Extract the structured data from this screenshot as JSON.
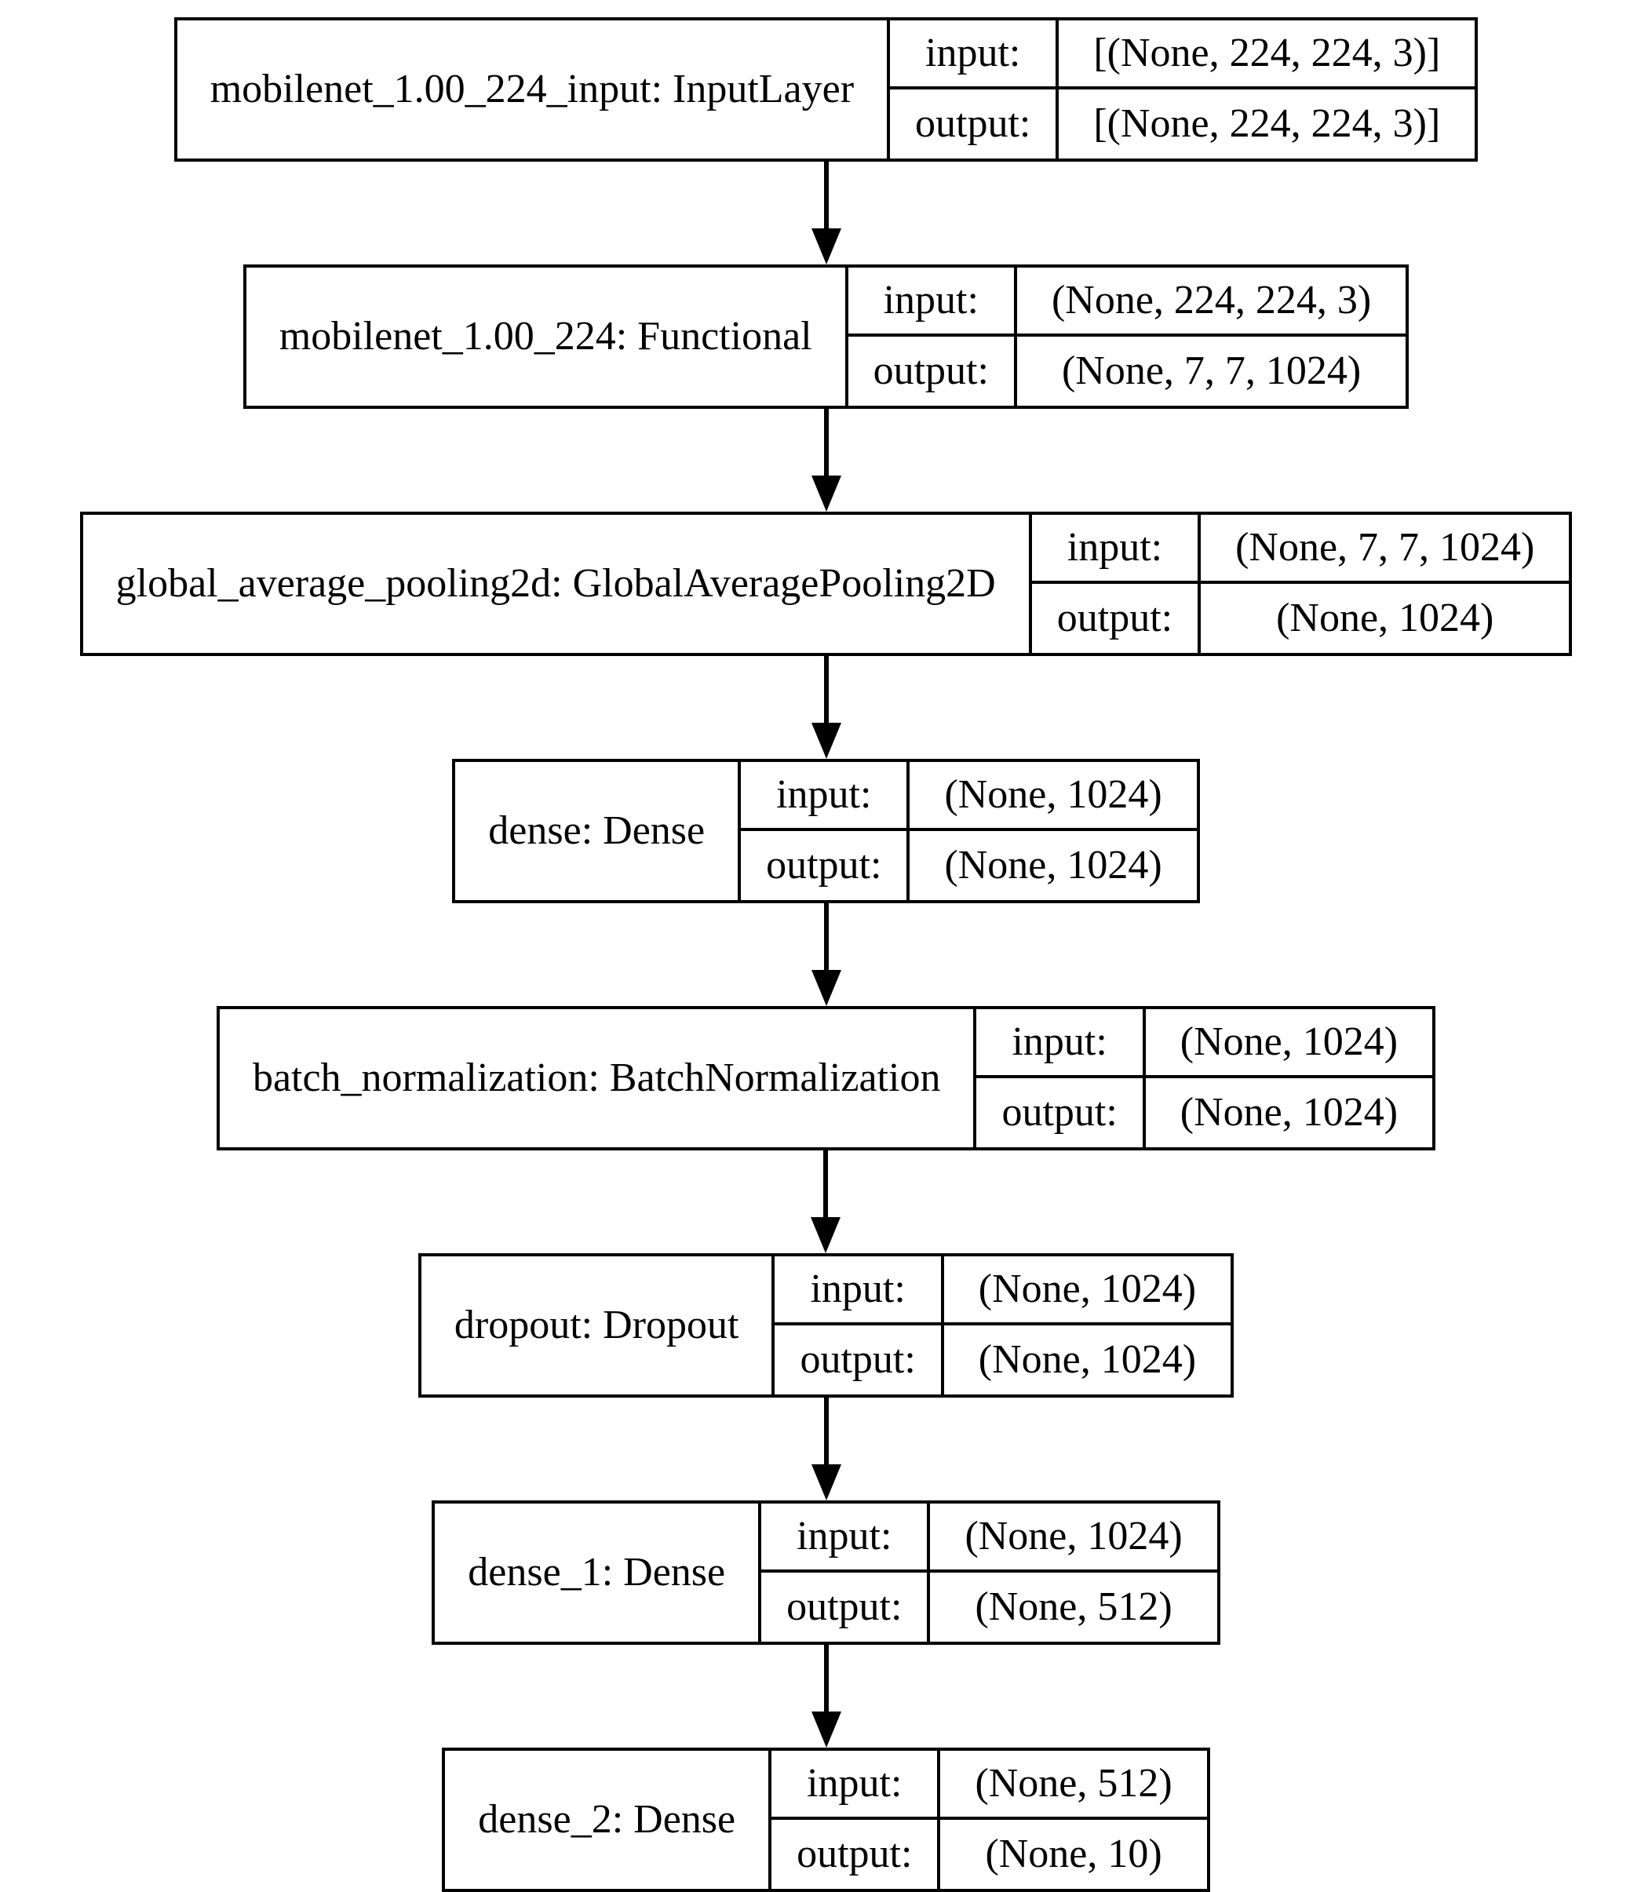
{
  "diagram": {
    "type": "keras-model-plot",
    "io_labels": {
      "input": "input:",
      "output": "output:"
    },
    "colors": {
      "border": "#000000",
      "background": "#ffffff",
      "text": "#000000"
    },
    "layers": [
      {
        "name": "mobilenet_1.00_224_input: InputLayer",
        "input": "[(None, 224, 224, 3)]",
        "output": "[(None, 224, 224, 3)]"
      },
      {
        "name": "mobilenet_1.00_224: Functional",
        "input": "(None, 224, 224, 3)",
        "output": "(None, 7, 7, 1024)"
      },
      {
        "name": "global_average_pooling2d: GlobalAveragePooling2D",
        "input": "(None, 7, 7, 1024)",
        "output": "(None, 1024)"
      },
      {
        "name": "dense: Dense",
        "input": "(None, 1024)",
        "output": "(None, 1024)"
      },
      {
        "name": "batch_normalization: BatchNormalization",
        "input": "(None, 1024)",
        "output": "(None, 1024)"
      },
      {
        "name": "dropout: Dropout",
        "input": "(None, 1024)",
        "output": "(None, 1024)"
      },
      {
        "name": "dense_1: Dense",
        "input": "(None, 1024)",
        "output": "(None, 512)"
      },
      {
        "name": "dense_2: Dense",
        "input": "(None, 512)",
        "output": "(None, 10)"
      }
    ]
  }
}
